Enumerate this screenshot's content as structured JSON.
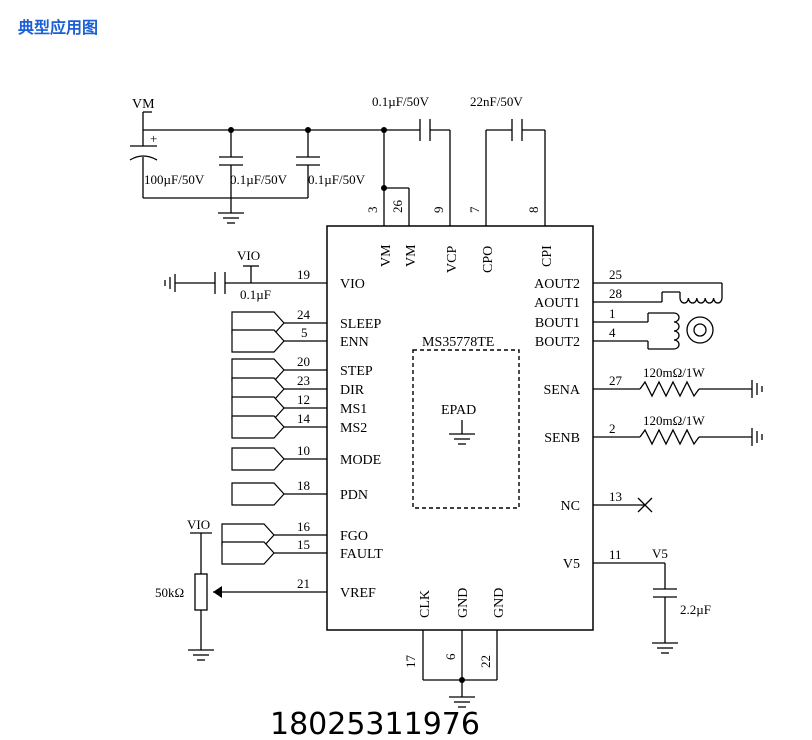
{
  "title": "典型应用图",
  "chip": {
    "name": "MS35778TE",
    "epad": "EPAD"
  },
  "rails": {
    "vm": "VM",
    "vio_top": "VIO",
    "vio_left": "VIO",
    "v5": "V5"
  },
  "components": {
    "c_bulk": "100µF/50V",
    "c_vm1": "0.1µF/50V",
    "c_vm2": "0.1µF/50V",
    "c_vcp": "0.1µF/50V",
    "c_cp": "22nF/50V",
    "c_vio": "0.1µF",
    "r_sena": "120mΩ/1W",
    "r_senb": "120mΩ/1W",
    "r_vref": "50kΩ",
    "c_v5": "2.2µF"
  },
  "top_pins": [
    {
      "name": "VM",
      "num": "3"
    },
    {
      "name": "VM",
      "num": "26"
    },
    {
      "name": "VCP",
      "num": "9"
    },
    {
      "name": "CPO",
      "num": "7"
    },
    {
      "name": "CPI",
      "num": "8"
    }
  ],
  "left_pins": [
    {
      "name": "VIO",
      "num": "19"
    },
    {
      "name": "SLEEP",
      "num": "24"
    },
    {
      "name": "ENN",
      "num": "5"
    },
    {
      "name": "STEP",
      "num": "20"
    },
    {
      "name": "DIR",
      "num": "23"
    },
    {
      "name": "MS1",
      "num": "12"
    },
    {
      "name": "MS2",
      "num": "14"
    },
    {
      "name": "MODE",
      "num": "10"
    },
    {
      "name": "PDN",
      "num": "18"
    },
    {
      "name": "FGO",
      "num": "16"
    },
    {
      "name": "FAULT",
      "num": "15"
    },
    {
      "name": "VREF",
      "num": "21"
    }
  ],
  "right_pins": [
    {
      "name": "AOUT2",
      "num": "25"
    },
    {
      "name": "AOUT1",
      "num": "28"
    },
    {
      "name": "BOUT1",
      "num": "1"
    },
    {
      "name": "BOUT2",
      "num": "4"
    },
    {
      "name": "SENA",
      "num": "27"
    },
    {
      "name": "SENB",
      "num": "2"
    },
    {
      "name": "NC",
      "num": "13"
    },
    {
      "name": "V5",
      "num": "11"
    }
  ],
  "bottom_pins": [
    {
      "name": "CLK",
      "num": "17"
    },
    {
      "name": "GND",
      "num": "6"
    },
    {
      "name": "GND",
      "num": "22"
    }
  ],
  "phone": "18025311976"
}
